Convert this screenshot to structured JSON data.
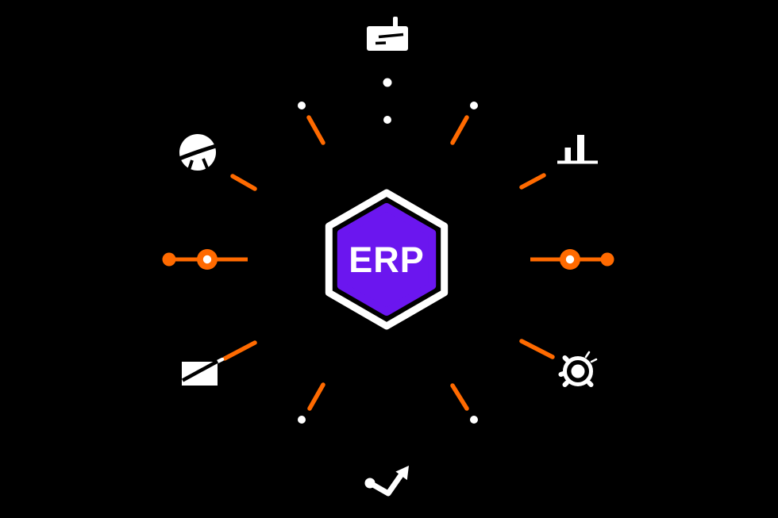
{
  "center": {
    "label": "ERP"
  },
  "colors": {
    "background": "#000000",
    "accent_orange": "#FF6A00",
    "hex_fill": "#6B16EF",
    "icon_white": "#FFFFFF"
  },
  "nodes": [
    {
      "id": "card",
      "icon": "card-icon",
      "position": "top"
    },
    {
      "id": "bar-chart",
      "icon": "bar-chart-icon",
      "position": "top-right"
    },
    {
      "id": "network-right",
      "icon": "node-link-icon",
      "position": "right"
    },
    {
      "id": "gear",
      "icon": "gear-icon",
      "position": "bottom-right"
    },
    {
      "id": "check-arrow",
      "icon": "check-arrow-icon",
      "position": "bottom"
    },
    {
      "id": "envelope",
      "icon": "envelope-icon",
      "position": "bottom-left"
    },
    {
      "id": "network-left",
      "icon": "node-link-icon",
      "position": "left"
    },
    {
      "id": "globe",
      "icon": "globe-icon",
      "position": "top-left"
    }
  ]
}
